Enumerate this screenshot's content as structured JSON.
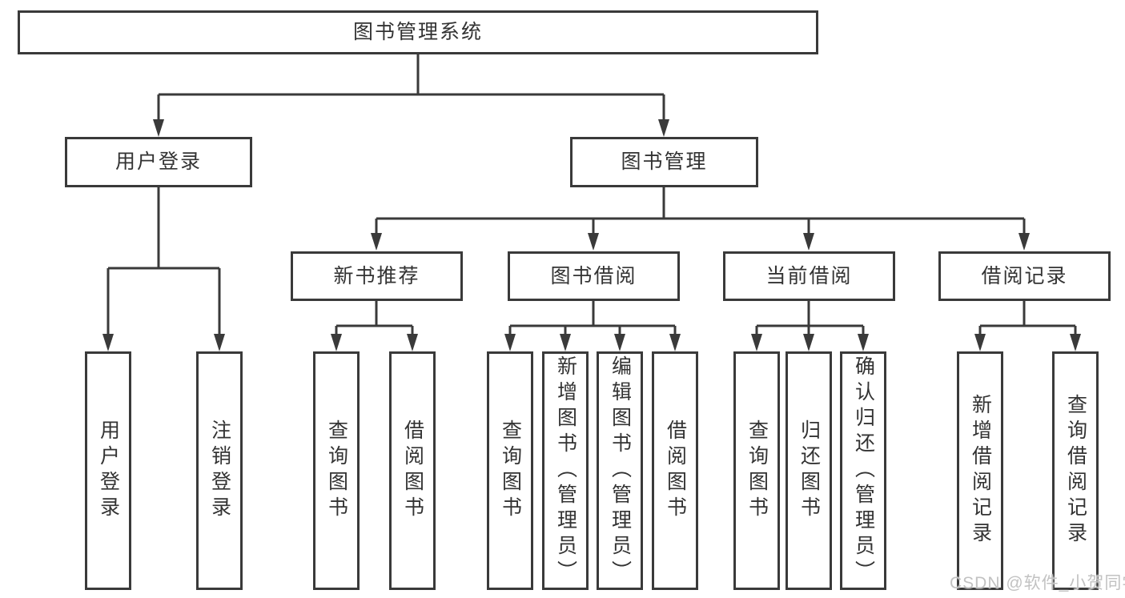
{
  "watermark": {
    "text": "CSDN @软件_小贺同学"
  },
  "colors": {
    "line": "#3a3a3a",
    "box_border": "#3a3a3a",
    "text": "#333333",
    "background": "#ffffff",
    "watermark": "#c2c2c2"
  },
  "tree": {
    "label": "图书管理系统",
    "children": [
      {
        "label": "用户登录",
        "children": [
          {
            "label": "用户登录"
          },
          {
            "label": "注销登录"
          }
        ]
      },
      {
        "label": "图书管理",
        "children": [
          {
            "label": "新书推荐",
            "children": [
              {
                "label": "查询图书"
              },
              {
                "label": "借阅图书"
              }
            ]
          },
          {
            "label": "图书借阅",
            "children": [
              {
                "label": "查询图书"
              },
              {
                "label": "新增图书（管理员）"
              },
              {
                "label": "编辑图书（管理员）"
              },
              {
                "label": "借阅图书"
              }
            ]
          },
          {
            "label": "当前借阅",
            "children": [
              {
                "label": "查询图书"
              },
              {
                "label": "归还图书"
              },
              {
                "label": "确认归还（管理员）"
              }
            ]
          },
          {
            "label": "借阅记录",
            "children": [
              {
                "label": "新增借阅记录"
              },
              {
                "label": "查询借阅记录"
              }
            ]
          }
        ]
      }
    ]
  }
}
